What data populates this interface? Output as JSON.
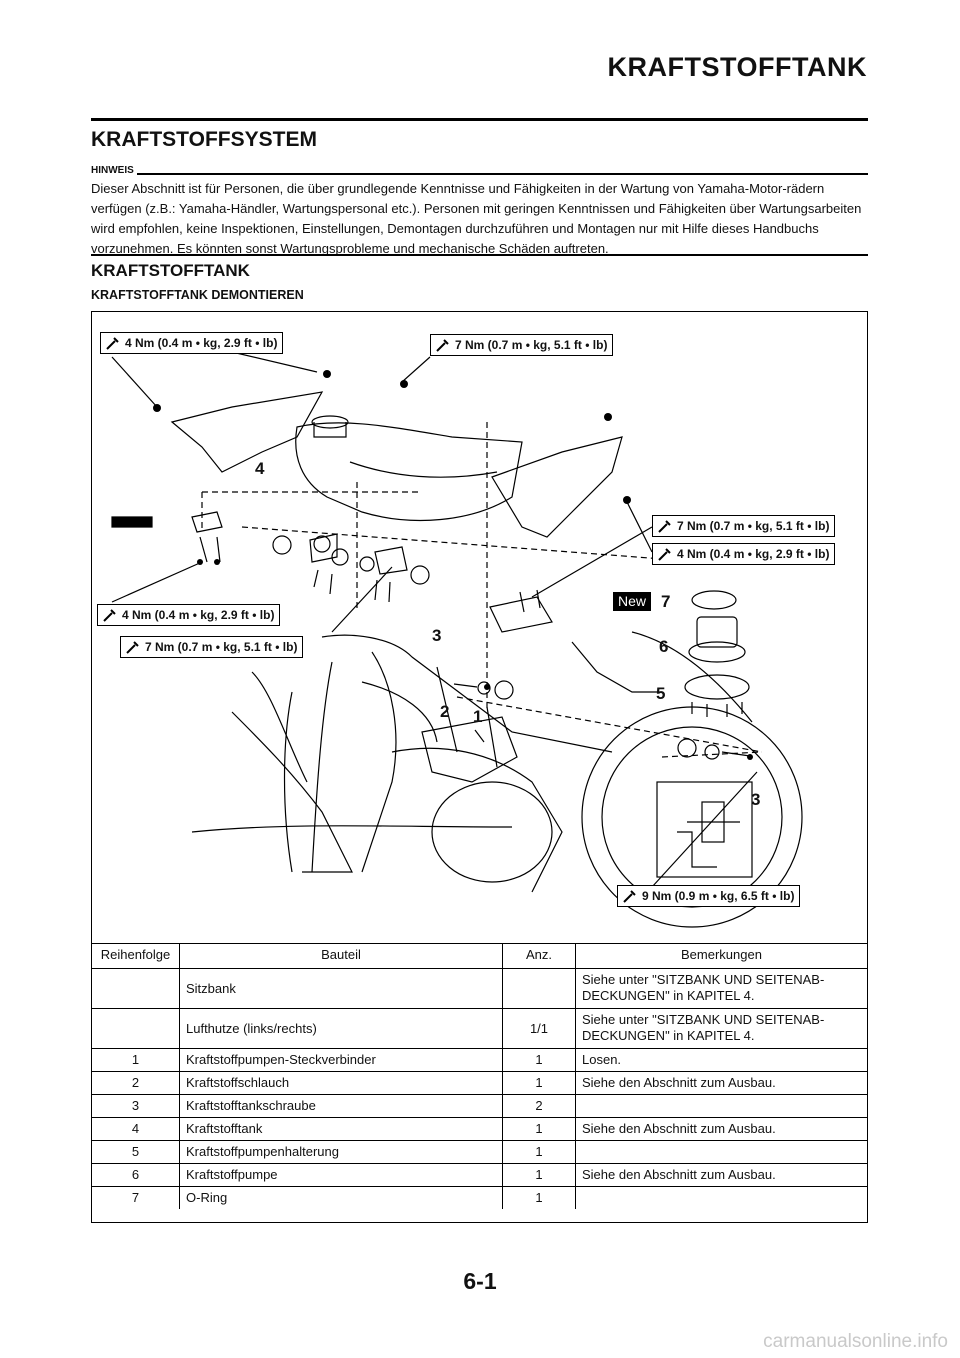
{
  "header": {
    "title": "KRAFTSTOFFTANK"
  },
  "section": {
    "title": "KRAFTSTOFFSYSTEM",
    "note_label": "HINWEIS",
    "note_text": "Dieser Abschnitt ist für Personen, die über grundlegende Kenntnisse und Fähigkeiten in der Wartung von Yamaha-Motor-rädern verfügen (z.B.: Yamaha-Händler, Wartungspersonal etc.). Personen mit geringen Kenntnissen und Fähigkeiten über Wartungsarbeiten wird empfohlen, keine Inspektionen, Einstellungen, Demontagen durchzuführen und Montagen nur mit Hilfe dieses Handbuchs vorzunehmen. Es könnten sonst Wartungsprobleme und mechanische Schäden auftreten."
  },
  "subsection": {
    "title": "KRAFTSTOFFTANK",
    "subtitle": "KRAFTSTOFFTANK DEMONTIEREN"
  },
  "diagram": {
    "torque_labels": [
      "4 Nm (0.4 m • kg, 2.9 ft • lb)",
      "7 Nm (0.7 m • kg, 5.1 ft • lb)",
      "7 Nm (0.7 m • kg, 5.1 ft • lb)",
      "4 Nm (0.4 m • kg, 2.9 ft • lb)",
      "4 Nm (0.4 m • kg, 2.9 ft • lb)",
      "7 Nm (0.7 m • kg, 5.1 ft • lb)",
      "9 Nm (0.9 m • kg, 6.5 ft • lb)"
    ],
    "callouts": [
      "4",
      "3",
      "2",
      "1",
      "7",
      "6",
      "5",
      "3"
    ],
    "new_badge": "New",
    "icon": "wrench-icon"
  },
  "table": {
    "headers": [
      "Reihenfolge",
      "Bauteil",
      "Anz.",
      "Bemerkungen"
    ],
    "rows": [
      [
        "",
        "Sitzbank",
        "",
        "Siehe unter \"SITZBANK UND SEITENAB-DECKUNGEN\" in KAPITEL 4."
      ],
      [
        "",
        "Lufthutze (links/rechts)",
        "1/1",
        "Siehe unter \"SITZBANK UND SEITENAB-DECKUNGEN\" in KAPITEL 4."
      ],
      [
        "1",
        "Kraftstoffpumpen-Steckverbinder",
        "1",
        "Losen."
      ],
      [
        "2",
        "Kraftstoffschlauch",
        "1",
        "Siehe den Abschnitt zum Ausbau."
      ],
      [
        "3",
        "Kraftstofftankschraube",
        "2",
        ""
      ],
      [
        "4",
        "Kraftstofftank",
        "1",
        "Siehe den Abschnitt zum Ausbau."
      ],
      [
        "5",
        "Kraftstoffpumpenhalterung",
        "1",
        ""
      ],
      [
        "6",
        "Kraftstoffpumpe",
        "1",
        "Siehe den Abschnitt zum Ausbau."
      ],
      [
        "7",
        "O-Ring",
        "1",
        ""
      ]
    ]
  },
  "footer": {
    "page_number": "6-1",
    "watermark": "carmanualsonline.info"
  }
}
